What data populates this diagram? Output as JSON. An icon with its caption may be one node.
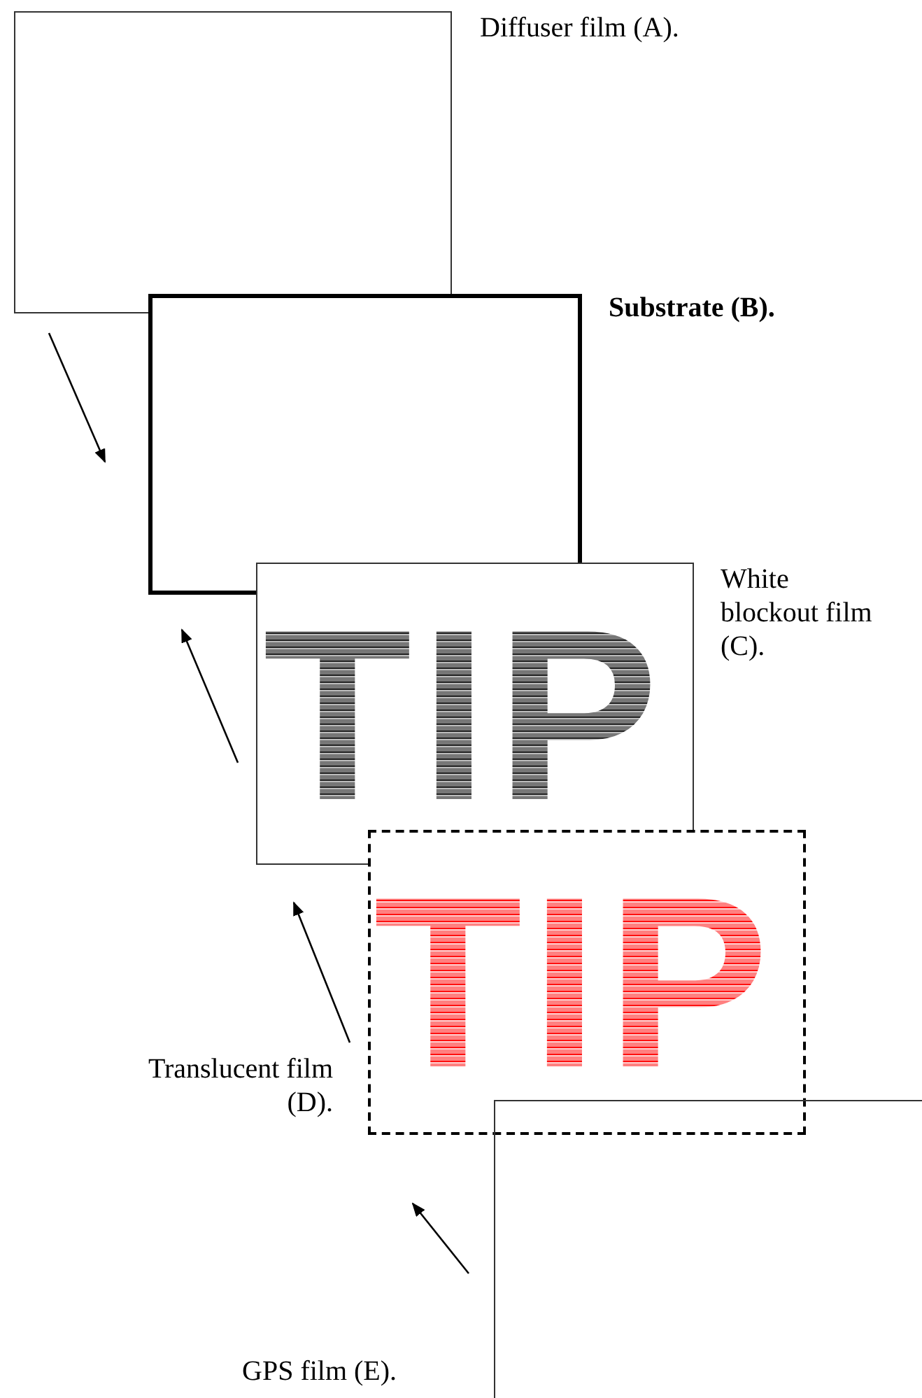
{
  "diagram": {
    "nodes": [
      {
        "text": [],
        "shape": "box",
        "beside": [
          "Diffuser film (A)."
        ]
      },
      {
        "text": [],
        "shape": "box",
        "beside": [
          "Substrate (B)."
        ]
      },
      {
        "text": [
          "TIP"
        ],
        "beside": [
          "White blockout film (C)."
        ]
      },
      {
        "text": [
          "TIP"
        ],
        "beside": [
          "Translucent film (D)."
        ]
      },
      {
        "text": [],
        "shape": "box",
        "beside": [
          "GPS film (E)."
        ]
      }
    ],
    "edges": []
  }
}
